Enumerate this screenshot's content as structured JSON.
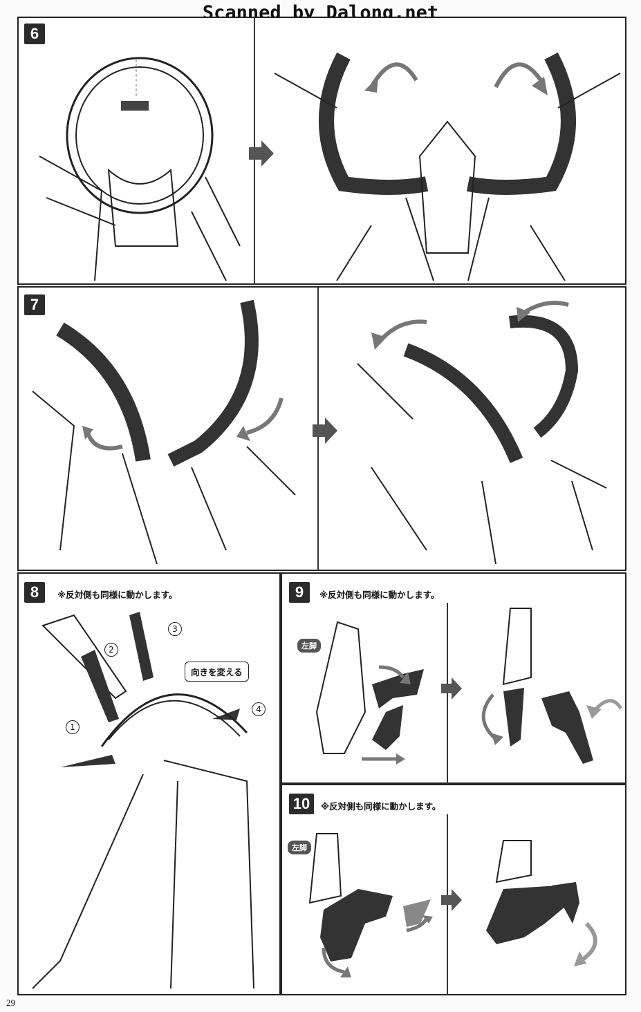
{
  "watermark": "Scanned by Dalong.net",
  "page_number": "29",
  "steps": {
    "s6": {
      "number": "6"
    },
    "s7": {
      "number": "7"
    },
    "s8": {
      "number": "8",
      "note": "※反対側も同様に動かします。",
      "bubble": "向きを変える",
      "markers": [
        "1",
        "2",
        "3",
        "4"
      ]
    },
    "s9": {
      "number": "9",
      "note": "※反対側も同様に動かします。",
      "label": "左脚"
    },
    "s10": {
      "number": "10",
      "note": "※反対側も同様に動かします。",
      "label": "左脚"
    }
  },
  "colors": {
    "dark_part": "#3a3a3a",
    "arrow_gray": "#777777",
    "line": "#222222"
  },
  "icons": [
    "right-arrow-icon",
    "rotate-arrow-icon"
  ]
}
